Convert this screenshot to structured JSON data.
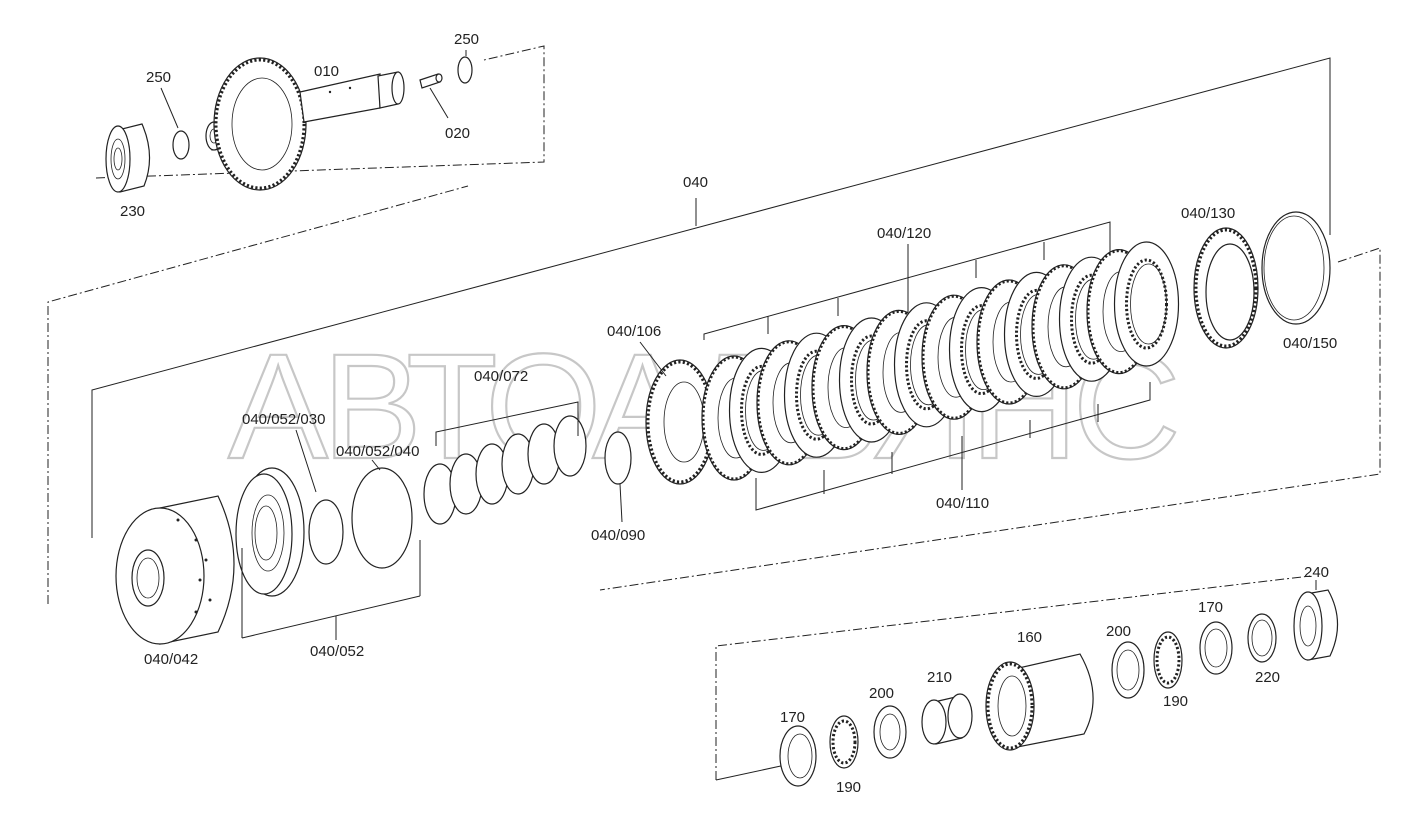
{
  "watermark": "АВТОАЛЬЯНС",
  "labels": {
    "p010": "010",
    "p020": "020",
    "p250a": "250",
    "p250b": "250",
    "p230": "230",
    "p040": "040",
    "p040_042": "040/042",
    "p040_052": "040/052",
    "p040_052_030": "040/052/030",
    "p040_052_040": "040/052/040",
    "p040_072": "040/072",
    "p040_090": "040/090",
    "p040_106": "040/106",
    "p040_110": "040/110",
    "p040_120": "040/120",
    "p040_130": "040/130",
    "p040_150": "040/150",
    "p160": "160",
    "p170a": "170",
    "p170b": "170",
    "p190a": "190",
    "p190b": "190",
    "p200a": "200",
    "p200b": "200",
    "p210": "210",
    "p220": "220",
    "p240": "240"
  }
}
